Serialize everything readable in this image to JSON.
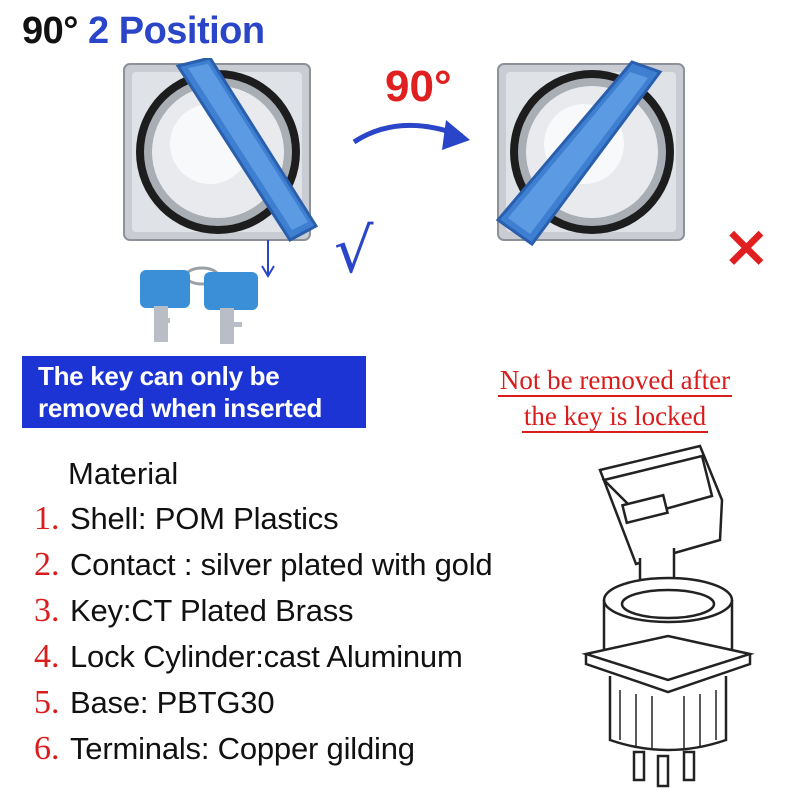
{
  "title": {
    "angle": "90°",
    "position": "2 Position"
  },
  "rotation_label": "90°",
  "check_symbol": "√",
  "cross_symbol": "×",
  "key_note_blue": {
    "line1": "The key can only be",
    "line2": "removed when inserted"
  },
  "key_note_red": {
    "line1": "Not be removed after",
    "line2": "the key is locked"
  },
  "materials": {
    "heading": "Material",
    "items": [
      {
        "num": "1.",
        "text": "Shell: POM Plastics"
      },
      {
        "num": "2.",
        "text": "Contact : silver plated with gold"
      },
      {
        "num": "3.",
        "text": "Key:CT Plated Brass"
      },
      {
        "num": "4.",
        "text": "Lock Cylinder:cast Aluminum"
      },
      {
        "num": "5.",
        "text": "Base: PBTG30"
      },
      {
        "num": "6.",
        "text": "Terminals: Copper gilding"
      }
    ]
  },
  "colors": {
    "accent_blue": "#2a45c8",
    "banner_blue": "#1c34d4",
    "red": "#e02020",
    "key_blue": "#3a8fd6"
  },
  "icons": [
    "rotation-arrow-icon",
    "down-arrow-icon",
    "check-icon",
    "cross-icon"
  ]
}
